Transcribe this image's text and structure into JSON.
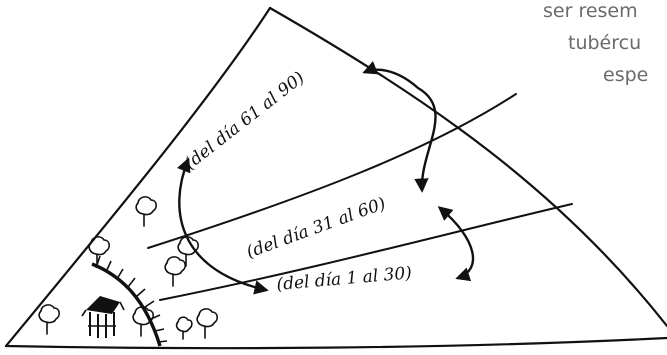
{
  "corner_text": [
    "ser resem",
    "tubércu",
    "espe"
  ],
  "zones": [
    {
      "label": "(del día 61 al 90)"
    },
    {
      "label": "(del día 31 al 60)"
    },
    {
      "label": "(del día 1 al 30)"
    }
  ],
  "icons": {
    "trees": "tree-icon",
    "house": "house-icon",
    "arrows": "rotation-arrow-icon"
  },
  "colors": {
    "ink": "#111111",
    "faded_text": "#6a6a6a",
    "background": "#ffffff"
  }
}
